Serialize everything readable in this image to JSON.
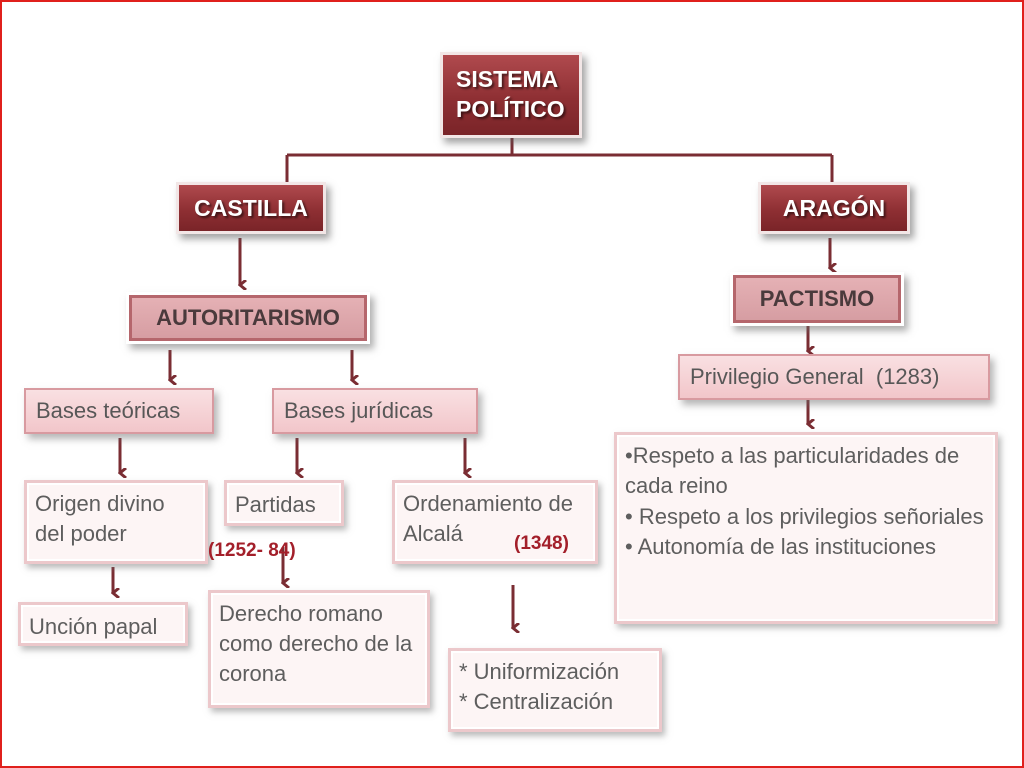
{
  "diagram": {
    "root": "SISTEMA POLÍTICO",
    "castilla": {
      "label": "CASTILLA",
      "regime": "AUTORITARISMO",
      "bases_teoricas": "Bases teóricas",
      "bases_juridicas": "Bases jurídicas",
      "origen": "Origen divino del poder",
      "uncion": "Unción papal",
      "partidas": "Partidas",
      "partidas_date": "(1252- 84)",
      "derecho": "Derecho romano como derecho de la corona",
      "ordenamiento": "Ordenamiento de Alcalá",
      "ordenamiento_date": "(1348)",
      "uniformizacion": "* Uniformización",
      "centralizacion": "* Centralización"
    },
    "aragon": {
      "label": "ARAGÓN",
      "regime": "PACTISMO",
      "privilegio": "Privilegio General  (1283)",
      "points": [
        "•Respeto a las particularidades de cada reino",
        "• Respeto a los privilegios señoriales",
        "• Autonomía de las instituciones"
      ]
    }
  },
  "colors": {
    "frame": "#e0201c",
    "connector": "#7a2d33",
    "dark_box": "#8e2f33",
    "date_text": "#a31f2a"
  }
}
